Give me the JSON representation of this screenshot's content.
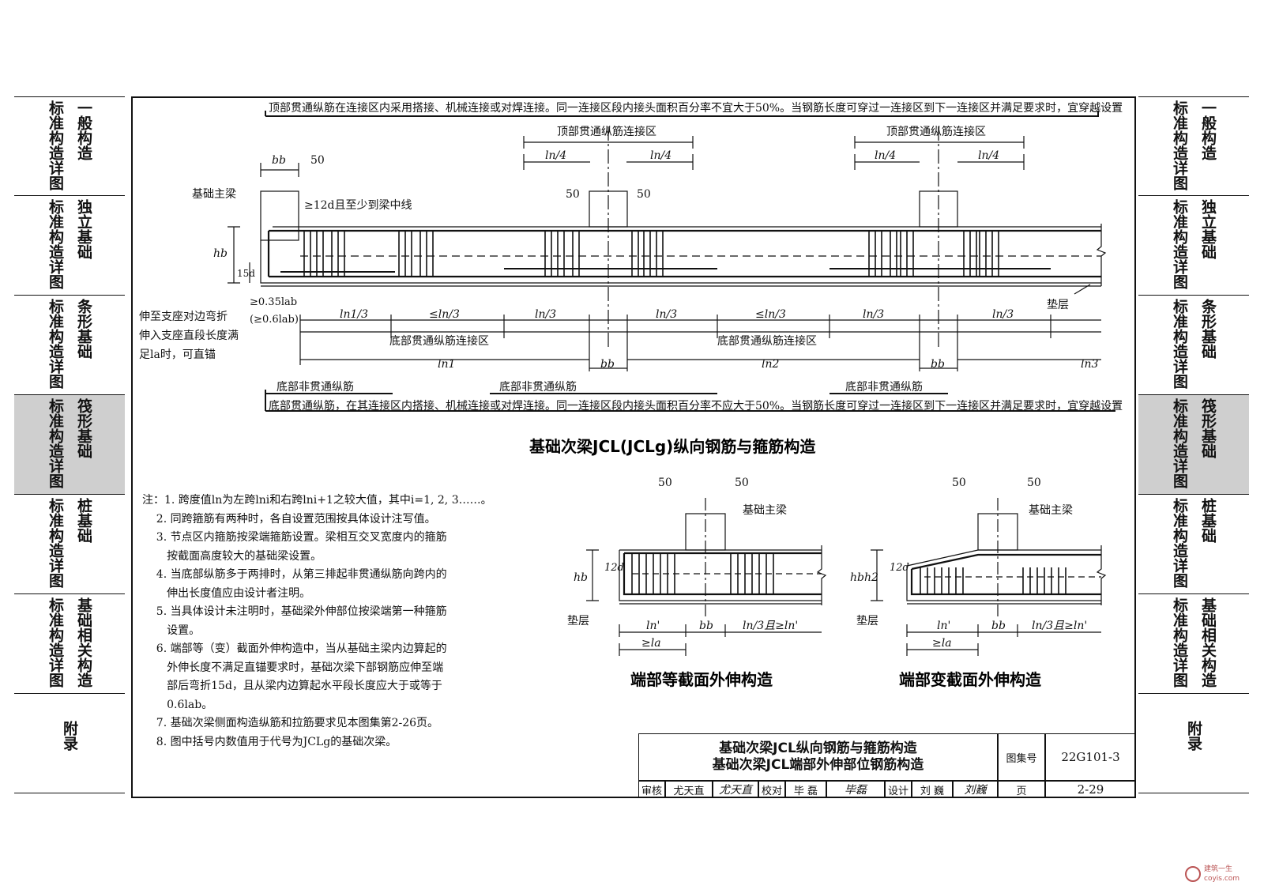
{
  "sidebar": {
    "tabs": [
      {
        "a": "标准构造详图",
        "b": "一般构造"
      },
      {
        "a": "标准构造详图",
        "b": "独立基础"
      },
      {
        "a": "标准构造详图",
        "b": "条形基础"
      },
      {
        "a": "标准构造详图",
        "b": "筏形基础",
        "active": true
      },
      {
        "a": "标准构造详图",
        "b": "桩基础"
      },
      {
        "a": "标准构造详图",
        "b": "基础相关构造"
      },
      {
        "a": "附录",
        "b": ""
      }
    ]
  },
  "main_diagram": {
    "top_note": "顶部贯通纵筋在连接区内采用搭接、机械连接或对焊连接。同一连接区段内接头面积百分率不宜大于50%。当钢筋长度可穿过一连接区到下一连接区并满足要求时，宜穿越设置",
    "bottom_note": "底部贯通纵筋，在其连接区内搭接、机械连接或对焊连接。同一连接区段内接头面积百分率不应大于50%。当钢筋长度可穿过一连接区到下一连接区并满足要求时，宜穿越设置",
    "top_zone_label": "顶部贯通纵筋连接区",
    "bottom_zone_label": "底部贯通纵筋连接区",
    "main_beam_label": "基础主梁",
    "anchor_label": "≥12d且至少到梁中线",
    "ln4": "ln/4",
    "ln3": "ln/3",
    "le_ln3": "≤ln/3",
    "ln1_3": "ln1/3",
    "ln1": "ln1",
    "ln2": "ln2",
    "ln3_label": "ln3",
    "bb": "bb",
    "hb": "hb",
    "d15": "15d",
    "dim50": "50",
    "anchor_len": "≥0.35lab",
    "anchor_len_g": "(≥0.6lab)",
    "side_note_1": "伸至支座对边弯折",
    "side_note_2": "伸入支座直段长度满",
    "side_note_3": "足la时，可直锚",
    "cushion": "垫层",
    "non_through": "底部非贯通纵筋",
    "title": "基础次梁JCL(JCLg)纵向钢筋与箍筋构造"
  },
  "detail_left": {
    "title": "端部等截面外伸构造",
    "main_beam": "基础主梁",
    "dim50": "50",
    "hb": "hb",
    "d12": "12d",
    "ln_prime": "ln'",
    "bb": "bb",
    "right_dim": "ln/3且≥ln'",
    "la": "≥la",
    "cushion": "垫层"
  },
  "detail_right": {
    "title": "端部变截面外伸构造",
    "main_beam": "基础主梁",
    "dim50": "50",
    "hb": "hb",
    "h2": "h2",
    "d12": "12d",
    "ln_prime": "ln'",
    "bb": "bb",
    "right_dim": "ln/3且≥ln'",
    "la": "≥la",
    "cushion": "垫层"
  },
  "notes": [
    "注：1. 跨度值ln为左跨lni和右跨lni+1之较大值，其中i=1, 2, 3……。",
    "    2. 同跨箍筋有两种时，各自设置范围按具体设计注写值。",
    "    3. 节点区内箍筋按梁端箍筋设置。梁相互交叉宽度内的箍筋",
    "       按截面高度较大的基础梁设置。",
    "    4. 当底部纵筋多于两排时，从第三排起非贯通纵筋向跨内的",
    "       伸出长度值应由设计者注明。",
    "    5. 当具体设计未注明时，基础梁外伸部位按梁端第一种箍筋",
    "       设置。",
    "    6. 端部等（变）截面外伸构造中，当从基础主梁内边算起的",
    "       外伸长度不满足直锚要求时，基础次梁下部钢筋应伸至端",
    "       部后弯折15d，且从梁内边算起水平段长度应大于或等于",
    "       0.6lab。",
    "    7. 基础次梁侧面构造纵筋和拉筋要求见本图集第2-26页。",
    "    8. 图中括号内数值用于代号为JCLg的基础次梁。"
  ],
  "title_block": {
    "title_line1": "基础次梁JCL纵向钢筋与箍筋构造",
    "title_line2": "基础次梁JCL端部外伸部位钢筋构造",
    "atlas_label": "图集号",
    "atlas_no": "22G101-3",
    "review_label": "审核",
    "reviewer": "尤天直",
    "check_label": "校对",
    "checker": "毕 磊",
    "design_label": "设计",
    "designer": "刘 巍",
    "page_label": "页",
    "page_no": "2-29"
  },
  "watermark": {
    "text": "建筑一生",
    "site": "coyis.com"
  }
}
